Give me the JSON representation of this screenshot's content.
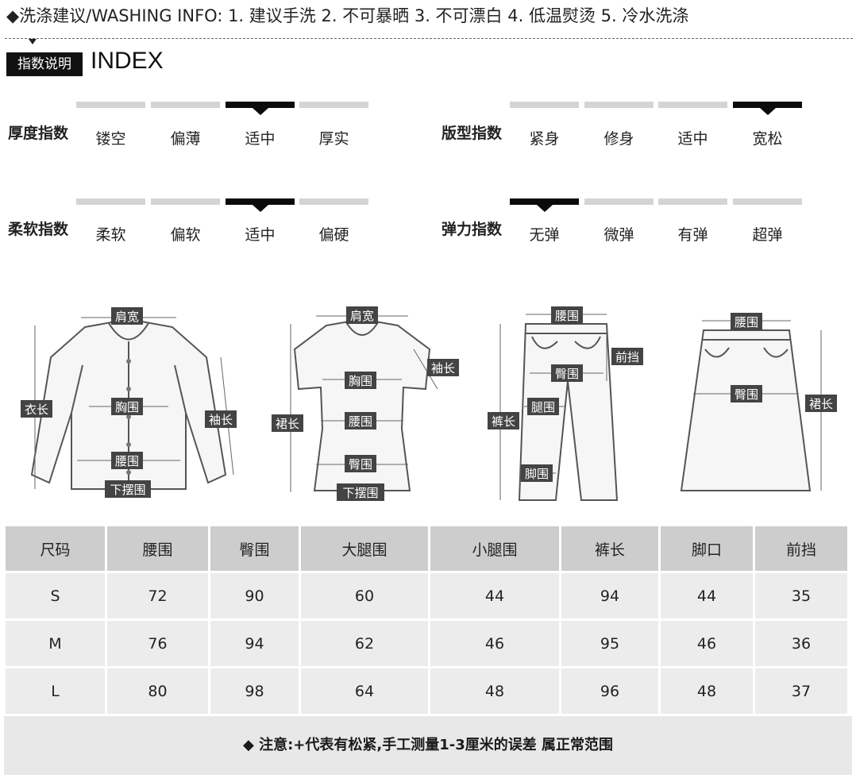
{
  "washing": {
    "text": "◆洗涤建议/WASHING INFO:  1. 建议手洗   2. 不可暴晒   3. 不可漂白   4. 低温熨烫   5. 冷水洗涤"
  },
  "index": {
    "badge": "指数说明",
    "title": "INDEX"
  },
  "indicators": [
    {
      "label": "厚度指数",
      "options": [
        "镂空",
        "偏薄",
        "适中",
        "厚实"
      ],
      "selected": 2
    },
    {
      "label": "版型指数",
      "options": [
        "紧身",
        "修身",
        "适中",
        "宽松"
      ],
      "selected": 3
    },
    {
      "label": "柔软指数",
      "options": [
        "柔软",
        "偏软",
        "适中",
        "偏硬"
      ],
      "selected": 2
    },
    {
      "label": "弹力指数",
      "options": [
        "无弹",
        "微弹",
        "有弹",
        "超弹"
      ],
      "selected": 0
    }
  ],
  "garments": {
    "shirt": {
      "shoulder": "肩宽",
      "length": "衣长",
      "chest": "胸围",
      "sleeve": "袖长",
      "waist": "腰围",
      "hem": "下摆围"
    },
    "dress": {
      "shoulder": "肩宽",
      "sleeve": "袖长",
      "chest": "胸围",
      "length": "裙长",
      "waist": "腰围",
      "hip": "臀围",
      "hem": "下摆围"
    },
    "pants": {
      "waist": "腰围",
      "rise": "前挡",
      "hip": "臀围",
      "thigh": "腿围",
      "length": "裤长",
      "foot": "脚围"
    },
    "skirt": {
      "waist": "腰围",
      "hip": "臀围",
      "length": "裙长"
    }
  },
  "size_table": {
    "headers": [
      "尺码",
      "腰围",
      "臀围",
      "大腿围",
      "小腿围",
      "裤长",
      "脚口",
      "前挡"
    ],
    "rows": [
      [
        "S",
        "72",
        "90",
        "60",
        "44",
        "94",
        "44",
        "35"
      ],
      [
        "M",
        "76",
        "94",
        "62",
        "46",
        "95",
        "46",
        "36"
      ],
      [
        "L",
        "80",
        "98",
        "64",
        "48",
        "96",
        "48",
        "37"
      ]
    ]
  },
  "note": "◆ 注意:+代表有松紧,手工测量1-3厘米的误差 属正常范围"
}
